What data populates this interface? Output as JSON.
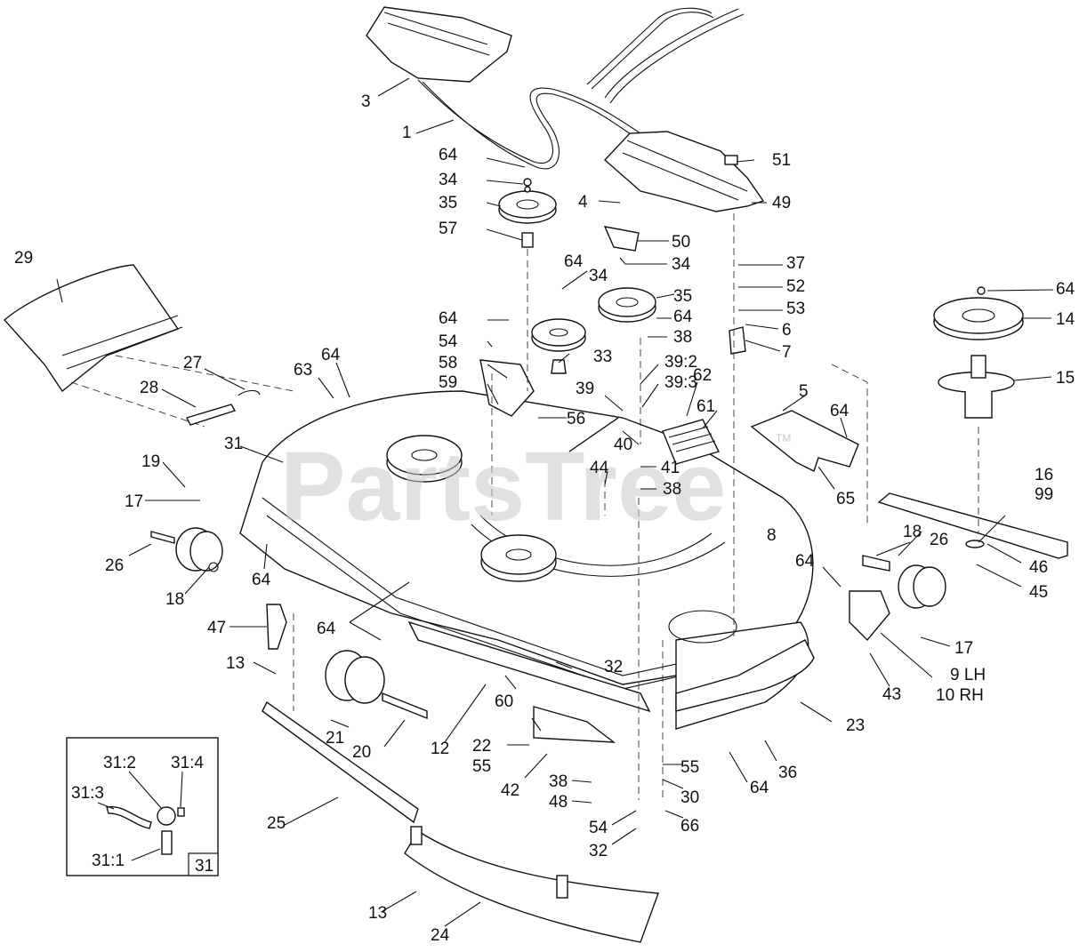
{
  "watermark": {
    "text": "PartsTree",
    "tm": "TM"
  },
  "inset": {
    "label": "31",
    "parts": [
      "31:1",
      "31:2",
      "31:3",
      "31:4"
    ]
  },
  "callouts": {
    "c1": "1",
    "c3": "3",
    "c4": "4",
    "c5": "5",
    "c6": "6",
    "c7": "7",
    "c8": "8",
    "c9": "9 LH",
    "c10": "10 RH",
    "c12": "12",
    "c13a": "13",
    "c13b": "13",
    "c14": "14",
    "c15": "15",
    "c16": "16",
    "c99": "99",
    "c17a": "17",
    "c17b": "17",
    "c18a": "18",
    "c18b": "18",
    "c19": "19",
    "c20": "20",
    "c21": "21",
    "c22": "22",
    "c23": "23",
    "c24": "24",
    "c25": "25",
    "c26a": "26",
    "c26b": "26",
    "c27": "27",
    "c28": "28",
    "c29": "29",
    "c30": "30",
    "c31": "31",
    "c32a": "32",
    "c32b": "32",
    "c33": "33",
    "c34a": "34",
    "c34b": "34",
    "c34c": "34",
    "c35a": "35",
    "c35b": "35",
    "c36": "36",
    "c37": "37",
    "c38a": "38",
    "c38b": "38",
    "c38c": "38",
    "c39": "39",
    "c39_2": "39:2",
    "c39_3": "39:3",
    "c40": "40",
    "c41": "41",
    "c42": "42",
    "c43": "43",
    "c44": "44",
    "c45": "45",
    "c46": "46",
    "c47": "47",
    "c48": "48",
    "c49": "49",
    "c50": "50",
    "c51": "51",
    "c52": "52",
    "c53": "53",
    "c54a": "54",
    "c54b": "54",
    "c55a": "55",
    "c55b": "55",
    "c56": "56",
    "c57": "57",
    "c58": "58",
    "c59": "59",
    "c60": "60",
    "c61": "61",
    "c62": "62",
    "c63": "63",
    "c64a": "64",
    "c64b": "64",
    "c64c": "64",
    "c64d": "64",
    "c64e": "64",
    "c64f": "64",
    "c64g": "64",
    "c64h": "64",
    "c64i": "64",
    "c64j": "64",
    "c64k": "64",
    "c65": "65",
    "c66": "66"
  }
}
